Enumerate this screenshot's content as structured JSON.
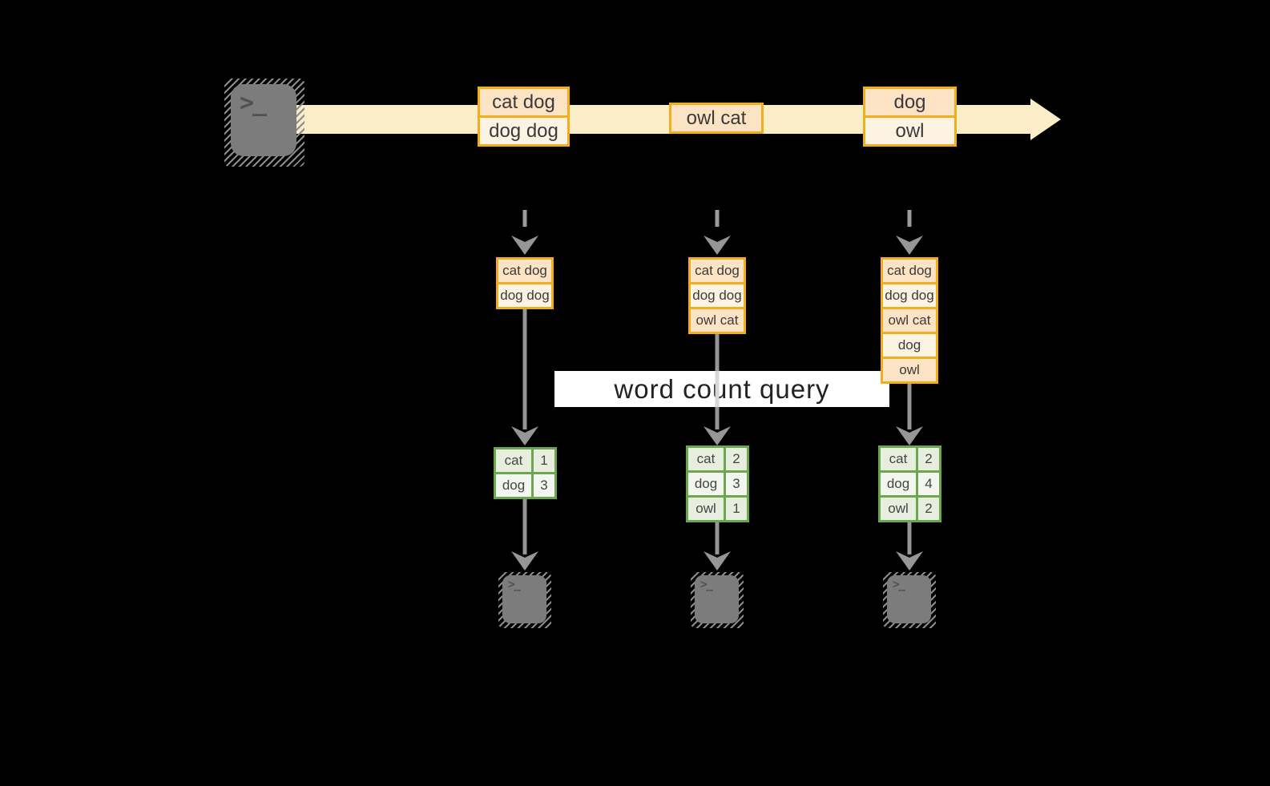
{
  "query": {
    "label": "word count query"
  },
  "terminal_glyph": ">_",
  "stream": {
    "events": [
      {
        "lines": [
          "cat dog",
          "dog dog"
        ]
      },
      {
        "lines": [
          "owl cat"
        ]
      },
      {
        "lines": [
          "dog",
          "owl"
        ]
      }
    ]
  },
  "columns": [
    {
      "input_rows": [
        "cat dog",
        "dog dog"
      ],
      "counts": [
        {
          "word": "cat",
          "count": "1"
        },
        {
          "word": "dog",
          "count": "3"
        }
      ]
    },
    {
      "input_rows": [
        "cat dog",
        "dog dog",
        "owl cat"
      ],
      "counts": [
        {
          "word": "cat",
          "count": "2"
        },
        {
          "word": "dog",
          "count": "3"
        },
        {
          "word": "owl",
          "count": "1"
        }
      ]
    },
    {
      "input_rows": [
        "cat dog",
        "dog dog",
        "owl cat",
        "dog",
        "owl"
      ],
      "counts": [
        {
          "word": "cat",
          "count": "2"
        },
        {
          "word": "dog",
          "count": "4"
        },
        {
          "word": "owl",
          "count": "2"
        }
      ]
    }
  ],
  "colors": {
    "background": "#000000",
    "stream_fill": "#FAEDC8",
    "event_border": "#F1AE1C",
    "event_fill_dark": "#FBE3C3",
    "event_fill_light": "#FDF3E2",
    "table_border": "#6CA64E",
    "table_fill_dark": "#E7EEDE",
    "table_fill_light": "#F3F6EF",
    "arrow_gray": "#969696",
    "terminal_gray": "#7C7C7C",
    "query_band": "#FFFFFF"
  }
}
